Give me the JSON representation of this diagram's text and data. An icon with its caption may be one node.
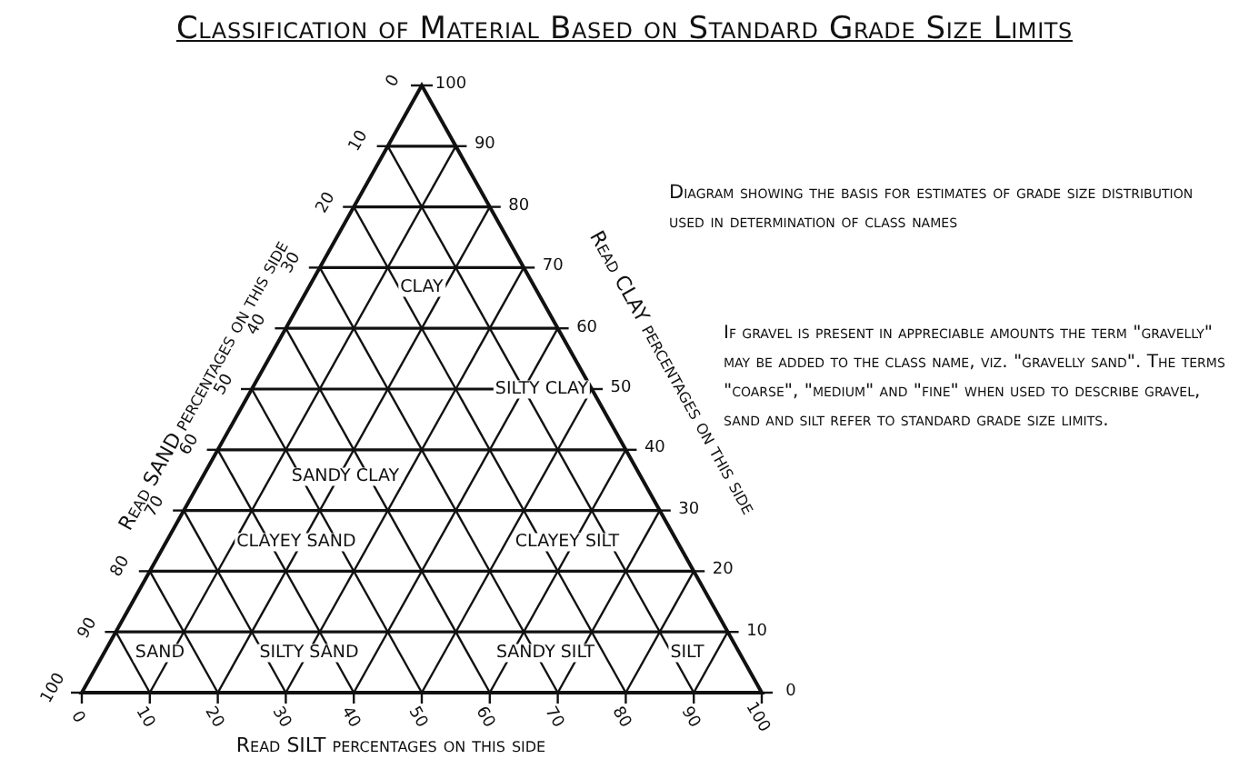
{
  "diagram": {
    "title": "Classification of Material Based on Standard Grade Size Limits",
    "labels": [
      "Read SAND percentages on this side",
      "Read CLAY percentages on this side",
      "Read SILT percentages on this side",
      "0",
      "10",
      "20",
      "30",
      "40",
      "50",
      "60",
      "70",
      "80",
      "90",
      "100",
      "100",
      "90",
      "80",
      "70",
      "60",
      "50",
      "40",
      "30",
      "20",
      "10",
      "0",
      "0",
      "10",
      "20",
      "30",
      "40",
      "50",
      "60",
      "70",
      "80",
      "90",
      "100",
      "CLAY",
      "SILTY CLAY",
      "SANDY CLAY",
      "CLAYEY SAND",
      "CLAYEY SILT",
      "SAND",
      "SILTY SAND",
      "SANDY SILT",
      "SILT",
      "Diagram showing the basis for estimates of grade size distribution used in determination of class names",
      "If gravel is present in appreciable amounts the term \"gravelly\" may be added to the class name, viz. \"gravelly sand\". The terms \"coarse\", \"medium\" and \"fine\" when used to describe gravel, sand and silt refer to standard grade size limits."
    ]
  }
}
